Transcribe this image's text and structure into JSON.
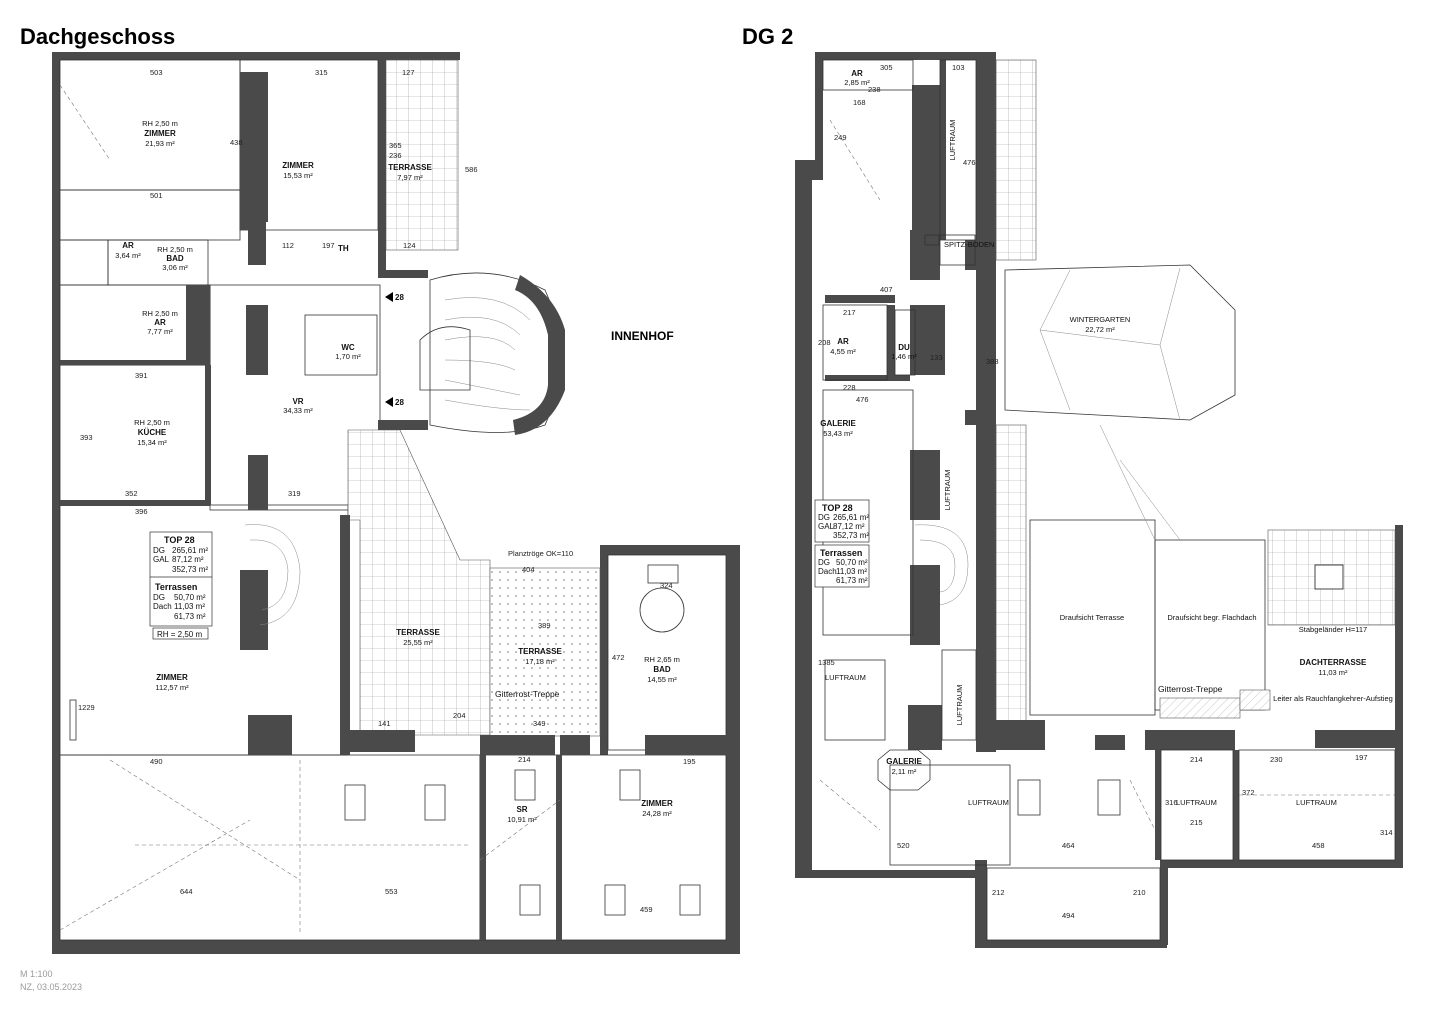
{
  "titles": {
    "left": "Dachgeschoss",
    "right": "DG 2",
    "innenhof": "INNENHOF"
  },
  "footer": {
    "scale": "M 1:100",
    "date": "NZ, 03.05.2023"
  },
  "dg_rooms": [
    {
      "name": "ZIMMER",
      "area": "21,93 m²",
      "height": "RH 2,50 m"
    },
    {
      "name": "ZIMMER",
      "area": "15,53 m²",
      "height": ""
    },
    {
      "name": "TERRASSE",
      "area": "7,97 m²",
      "height": ""
    },
    {
      "name": "AR",
      "area": "3,64 m²",
      "height": ""
    },
    {
      "name": "BAD",
      "area": "3,06 m²",
      "height": "RH 2,50 m"
    },
    {
      "name": "AR",
      "area": "7,77 m²",
      "height": "RH 2,50 m"
    },
    {
      "name": "WC",
      "area": "1,70 m²",
      "height": ""
    },
    {
      "name": "KÜCHE",
      "area": "15,34 m²",
      "height": "RH 2,50 m"
    },
    {
      "name": "VR",
      "area": "34,33 m²",
      "height": ""
    },
    {
      "name": "TERRASSE",
      "area": "25,55 m²",
      "height": ""
    },
    {
      "name": "TERRASSE",
      "area": "17,18 m²",
      "height": ""
    },
    {
      "name": "BAD",
      "area": "14,55 m²",
      "height": "RH 2,65 m"
    },
    {
      "name": "ZIMMER",
      "area": "112,57 m²",
      "height": ""
    },
    {
      "name": "SR",
      "area": "10,91 m²",
      "height": ""
    },
    {
      "name": "ZIMMER",
      "area": "24,28 m²",
      "height": ""
    },
    {
      "name": "TH",
      "area": "",
      "height": ""
    }
  ],
  "dg2_rooms": [
    {
      "name": "AR",
      "area": "2,85 m²"
    },
    {
      "name": "LUFTRAUM",
      "area": ""
    },
    {
      "name": "SPITZ-BODEN",
      "area": ""
    },
    {
      "name": "AR",
      "area": "4,55 m²"
    },
    {
      "name": "DU",
      "area": "1,46 m²"
    },
    {
      "name": "WINTERGARTEN",
      "area": "22,72 m²"
    },
    {
      "name": "GALERIE",
      "area": "53,43 m²"
    },
    {
      "name": "LUFTRAUM",
      "area": ""
    },
    {
      "name": "LUFTRAUM",
      "area": ""
    },
    {
      "name": "GALERIE",
      "area": "2,11 m²"
    },
    {
      "name": "LUFTRAUM",
      "area": ""
    },
    {
      "name": "LUFTRAUM",
      "area": ""
    },
    {
      "name": "LUFTRAUM",
      "area": ""
    },
    {
      "name": "DACHTERRASSE",
      "area": "11,03 m²"
    },
    {
      "name": "LUFTRAUM",
      "area": ""
    }
  ],
  "labels": {
    "draufsicht_terrasse": "Draufsicht Terrasse",
    "draufsicht_flachdach": "Draufsicht begr. Flachdach",
    "stabgelaender": "Stabgeländer H=117",
    "leiter": "Leiter als Rauchfangkehrer-Aufstieg",
    "gitterrost_left": "Gitterrost-Treppe",
    "gitterrost_right": "Gitterrost-Treppe",
    "pflanztroege": "Planztröge OK=110",
    "rh_note": "RH = 2,50 m",
    "marker_28a": "28",
    "marker_28b": "28"
  },
  "top28_tables": [
    {
      "top": "TOP 28",
      "rows": [
        {
          "k": "DG",
          "v": "265,61 m²"
        },
        {
          "k": "GAL",
          "v": "87,12 m²"
        },
        {
          "k": "",
          "v": "352,73 m²"
        }
      ],
      "terr_title": "Terrassen",
      "terr_rows": [
        {
          "k": "DG",
          "v": "50,70 m²"
        },
        {
          "k": "Dach",
          "v": "11,03 m²"
        },
        {
          "k": "",
          "v": "61,73 m²"
        }
      ]
    },
    {
      "top": "TOP 28",
      "rows": [
        {
          "k": "DG",
          "v": "265,61 m²"
        },
        {
          "k": "GAL",
          "v": "87,12 m²"
        },
        {
          "k": "",
          "v": "352,73 m²"
        }
      ],
      "terr_title": "Terrassen",
      "terr_rows": [
        {
          "k": "DG",
          "v": "50,70 m²"
        },
        {
          "k": "Dach",
          "v": "11,03 m²"
        },
        {
          "k": "",
          "v": "61,73 m²"
        }
      ]
    }
  ],
  "dims_left": [
    "503",
    "315",
    "127",
    "438",
    "365",
    "236",
    "586",
    "501",
    "124",
    "197",
    "112",
    "391",
    "393",
    "352",
    "396",
    "319",
    "404",
    "389",
    "324",
    "472",
    "490",
    "644",
    "553",
    "459",
    "1229",
    "214",
    "141",
    "204",
    "349",
    "195"
  ],
  "dims_right": [
    "305",
    "103",
    "238",
    "168",
    "249",
    "476",
    "217",
    "208",
    "407",
    "228",
    "476",
    "133",
    "388",
    "1385",
    "520",
    "464",
    "212",
    "210",
    "494",
    "316",
    "215",
    "372",
    "314",
    "458",
    "230",
    "197",
    "214"
  ]
}
